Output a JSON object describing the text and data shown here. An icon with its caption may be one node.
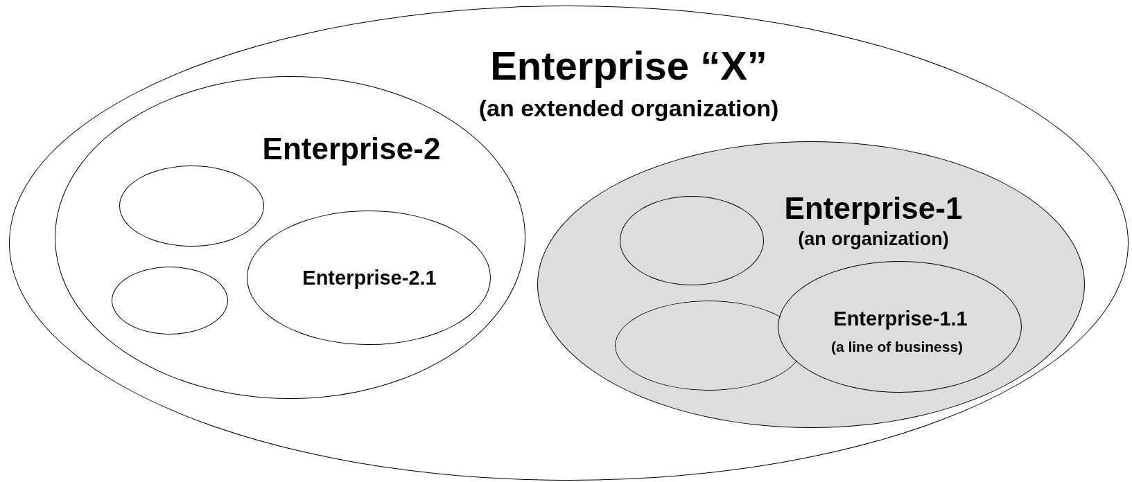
{
  "diagram": {
    "nodes": [
      {
        "text": [
          "Enterprise “X”",
          "(an extended organization)"
        ]
      },
      {
        "text": [
          "Enterprise-2"
        ],
        "in": 0
      },
      {
        "text": [],
        "shape": "ellipse",
        "in": 1
      },
      {
        "text": [
          "Enterprise-2.1"
        ],
        "in": 1
      },
      {
        "text": [],
        "shape": "ellipse",
        "in": 1
      },
      {
        "text": [
          "Enterprise-1",
          "(an organization)"
        ],
        "in": 0
      },
      {
        "text": [],
        "shape": "ellipse",
        "in": 5
      },
      {
        "text": [],
        "shape": "ellipse",
        "in": 5
      },
      {
        "text": [
          "Enterprise-1.1",
          "(a line of business)"
        ],
        "in": 5
      }
    ],
    "edges": []
  }
}
